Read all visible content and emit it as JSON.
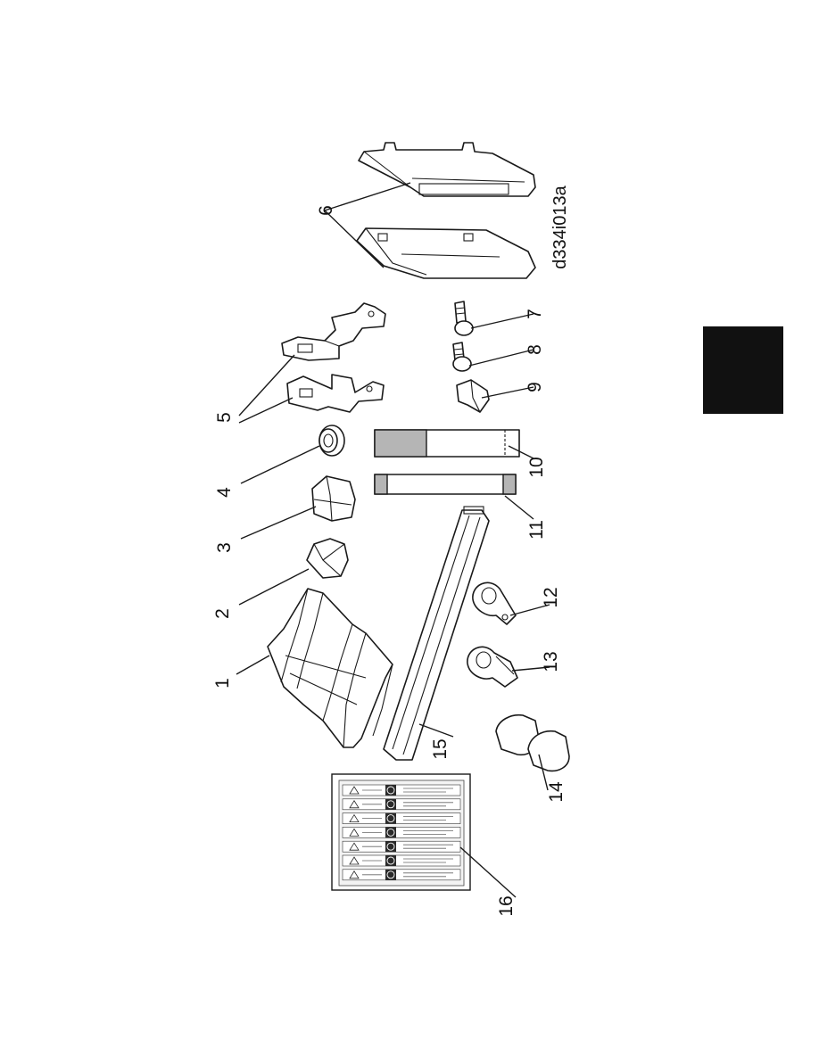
{
  "figure": {
    "code": "d334i013a",
    "colors": {
      "ink": "#1a1a1a",
      "tab": "#111111",
      "label_band": "#2a2a2a",
      "shade": "#b5b5b5"
    }
  },
  "callouts": [
    {
      "id": "p1",
      "label": "1"
    },
    {
      "id": "p2",
      "label": "2"
    },
    {
      "id": "p3",
      "label": "3"
    },
    {
      "id": "p4",
      "label": "4"
    },
    {
      "id": "p5",
      "label": "5"
    },
    {
      "id": "p6",
      "label": "6"
    },
    {
      "id": "p7",
      "label": "7"
    },
    {
      "id": "p8",
      "label": "8"
    },
    {
      "id": "p9",
      "label": "9"
    },
    {
      "id": "p10",
      "label": "10"
    },
    {
      "id": "p11",
      "label": "11"
    },
    {
      "id": "p12",
      "label": "12"
    },
    {
      "id": "p13",
      "label": "13"
    },
    {
      "id": "p14",
      "label": "14"
    },
    {
      "id": "p15",
      "label": "15"
    },
    {
      "id": "p16",
      "label": "16"
    }
  ],
  "label_sheet": {
    "rows": 7
  }
}
